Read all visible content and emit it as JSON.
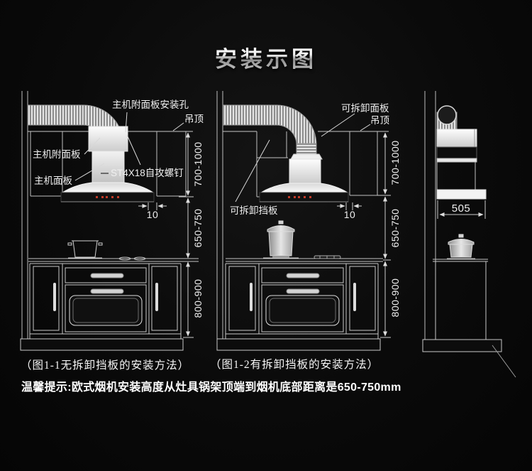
{
  "title": "安装示图",
  "figure_left": {
    "labels": {
      "mount_hole": "主机附面板安装孔",
      "ceiling": "吊顶",
      "attached_panel": "主机附面板",
      "main_panel": "主机面板",
      "screw": "ST4X18自攻螺钉",
      "gap": "10"
    },
    "caption": "（图1-1无拆卸挡板的安装方法）"
  },
  "figure_middle": {
    "labels": {
      "removable_panel": "可拆卸面板",
      "ceiling": "吊顶",
      "removable_baffle": "可拆卸挡板",
      "gap": "10"
    },
    "caption": "（图1-2有拆卸挡板的安装方法）"
  },
  "figure_right": {
    "labels": {
      "hood_width": "505"
    }
  },
  "dimensions": {
    "ceiling_to_hood": "700-1000",
    "hood_to_counter": "650-750",
    "counter_to_floor": "800-900"
  },
  "note": "温馨提示:欧式烟机安装高度从灶具锅架顶端到烟机底部距离是650-750mm",
  "colors": {
    "background": "#0a0a0a",
    "line": "#c8c8c8",
    "text": "#f0f0f0",
    "display_red": "#c43b28"
  }
}
